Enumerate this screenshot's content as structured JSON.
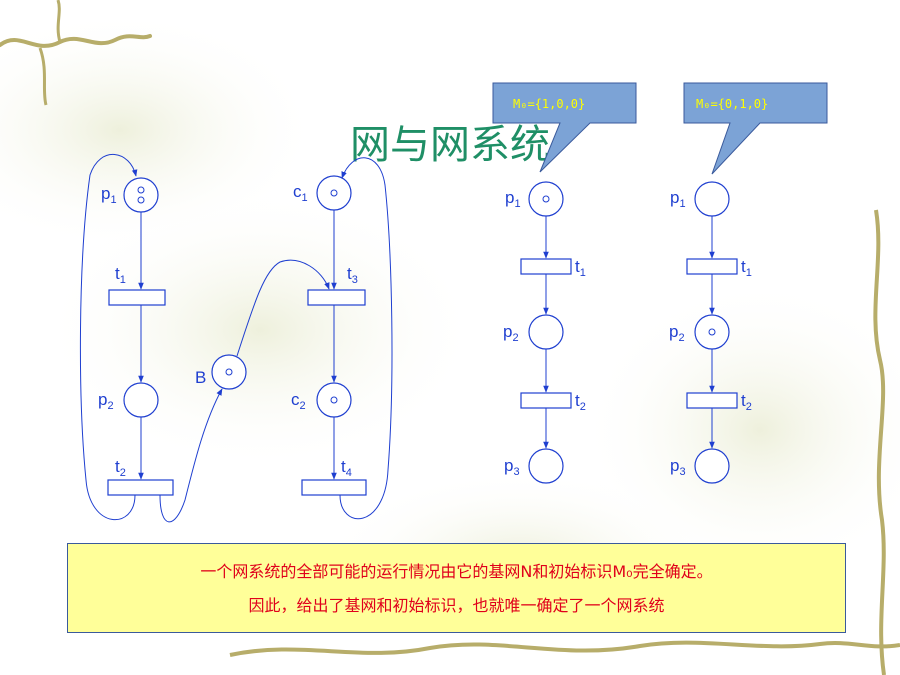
{
  "title": "网与网系统",
  "callouts": {
    "left": "M₀={1,0,0}",
    "right": "M₀={0,1,0}"
  },
  "left_net": {
    "places": {
      "p1": "p",
      "p1_sub": "1",
      "p2": "p",
      "p2_sub": "2",
      "B": "B",
      "c1": "c",
      "c1_sub": "1",
      "c2": "c",
      "c2_sub": "2"
    },
    "transitions": {
      "t1": "t",
      "t1_sub": "1",
      "t2": "t",
      "t2_sub": "2",
      "t3": "t",
      "t3_sub": "3",
      "t4": "t",
      "t4_sub": "4"
    },
    "tokens": {
      "p1": 2,
      "p2": 0,
      "B": 1,
      "c1": 1,
      "c2": 1
    }
  },
  "middle_net": {
    "labels": {
      "p1": "p",
      "p1_sub": "1",
      "t1": "t",
      "t1_sub": "1",
      "p2": "p",
      "p2_sub": "2",
      "t2": "t",
      "t2_sub": "2",
      "p3": "p",
      "p3_sub": "3"
    },
    "tokens": {
      "p1": 1,
      "p2": 0,
      "p3": 0
    }
  },
  "right_net": {
    "labels": {
      "p1": "p",
      "p1_sub": "1",
      "t1": "t",
      "t1_sub": "1",
      "p2": "p",
      "p2_sub": "2",
      "t2": "t",
      "t2_sub": "2",
      "p3": "p",
      "p3_sub": "3"
    },
    "tokens": {
      "p1": 0,
      "p2": 1,
      "p3": 0
    }
  },
  "note": {
    "line1": "一个网系统的全部可能的运行情况由它的基网N和初始标识M₀完全确定。",
    "line2": "因此，给出了基网和初始标识，也就唯一确定了一个网系统"
  },
  "colors": {
    "net": "#1f3fd0",
    "title": "#1f8f66",
    "callout_fill": "#7ca3d6",
    "callout_text": "#ffff00",
    "note_fill": "#ffff99",
    "note_text": "#e0001b"
  }
}
